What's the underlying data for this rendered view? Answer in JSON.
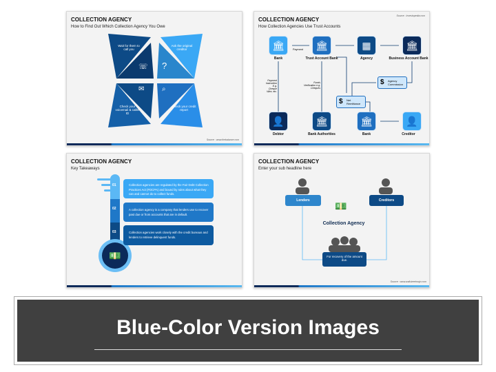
{
  "slides": [
    {
      "title": "COLLECTION AGENCY",
      "subtitle": "How to Find Out Which Collection Agency You Owe",
      "items": [
        {
          "label": "Wait for them to call you",
          "icon": "phone-clock-icon"
        },
        {
          "label": "Ask the original creditor",
          "icon": "question-icon"
        },
        {
          "label": "Check your voicemail & caller ID",
          "icon": "mail-download-icon"
        },
        {
          "label": "Check your credit report",
          "icon": "credit-report-search-icon"
        }
      ],
      "source": "Source : www.thebalance.com"
    },
    {
      "title": "COLLECTION AGENCY",
      "subtitle": "How Collection Agencies Use Trust Accounts",
      "source": "Source : Investopedia.com",
      "nodes": {
        "bank": "Bank",
        "trust": "Trust Account Bank",
        "agency": "Agency",
        "business": "Business Account Bank",
        "debtor": "Debtor",
        "authorities": "Bank Authorities",
        "bank2": "Bank",
        "creditor": "Creditor"
      },
      "payment": "Payment",
      "payment_instruction": "Payment Instruction E.g. Cheque Wire, etc.",
      "funds_verification": "Funds Verification e.g. Cheques",
      "net_remittance": "Net Remittance",
      "agency_commission": "Agency Commission"
    },
    {
      "title": "COLLECTION AGENCY",
      "subtitle": "Key Takeaways",
      "takeaways": [
        {
          "num": "01",
          "text": "Collection agencies are regulated by the Fair Debt Collection Practices Act (FDCPA) and bound by rules about what they can and cannot do to collect funds."
        },
        {
          "num": "02",
          "text": "A collection agency is a company that lenders use to recover past due or from accounts that are in default."
        },
        {
          "num": "03",
          "text": "Collection agencies work closely with the credit bureaus and lenders to retrieve delinquent funds."
        }
      ]
    },
    {
      "title": "COLLECTION AGENCY",
      "subtitle": "Enter your sub headline here",
      "lenders": "Lenders",
      "creditors": "Creditors",
      "center": "Collection Agency",
      "recovery": "For recovery of the amount due.",
      "source": "Source : www.wallstreetmojo.com"
    }
  ],
  "banner": {
    "title": "Blue-Color Version Images"
  },
  "colors": {
    "navy": "#0b2a5a",
    "dark": "#0d4a86",
    "mid": "#1f6fb8",
    "light": "#3aa0ea",
    "pale": "#cfe7fb",
    "banner": "#404040"
  }
}
